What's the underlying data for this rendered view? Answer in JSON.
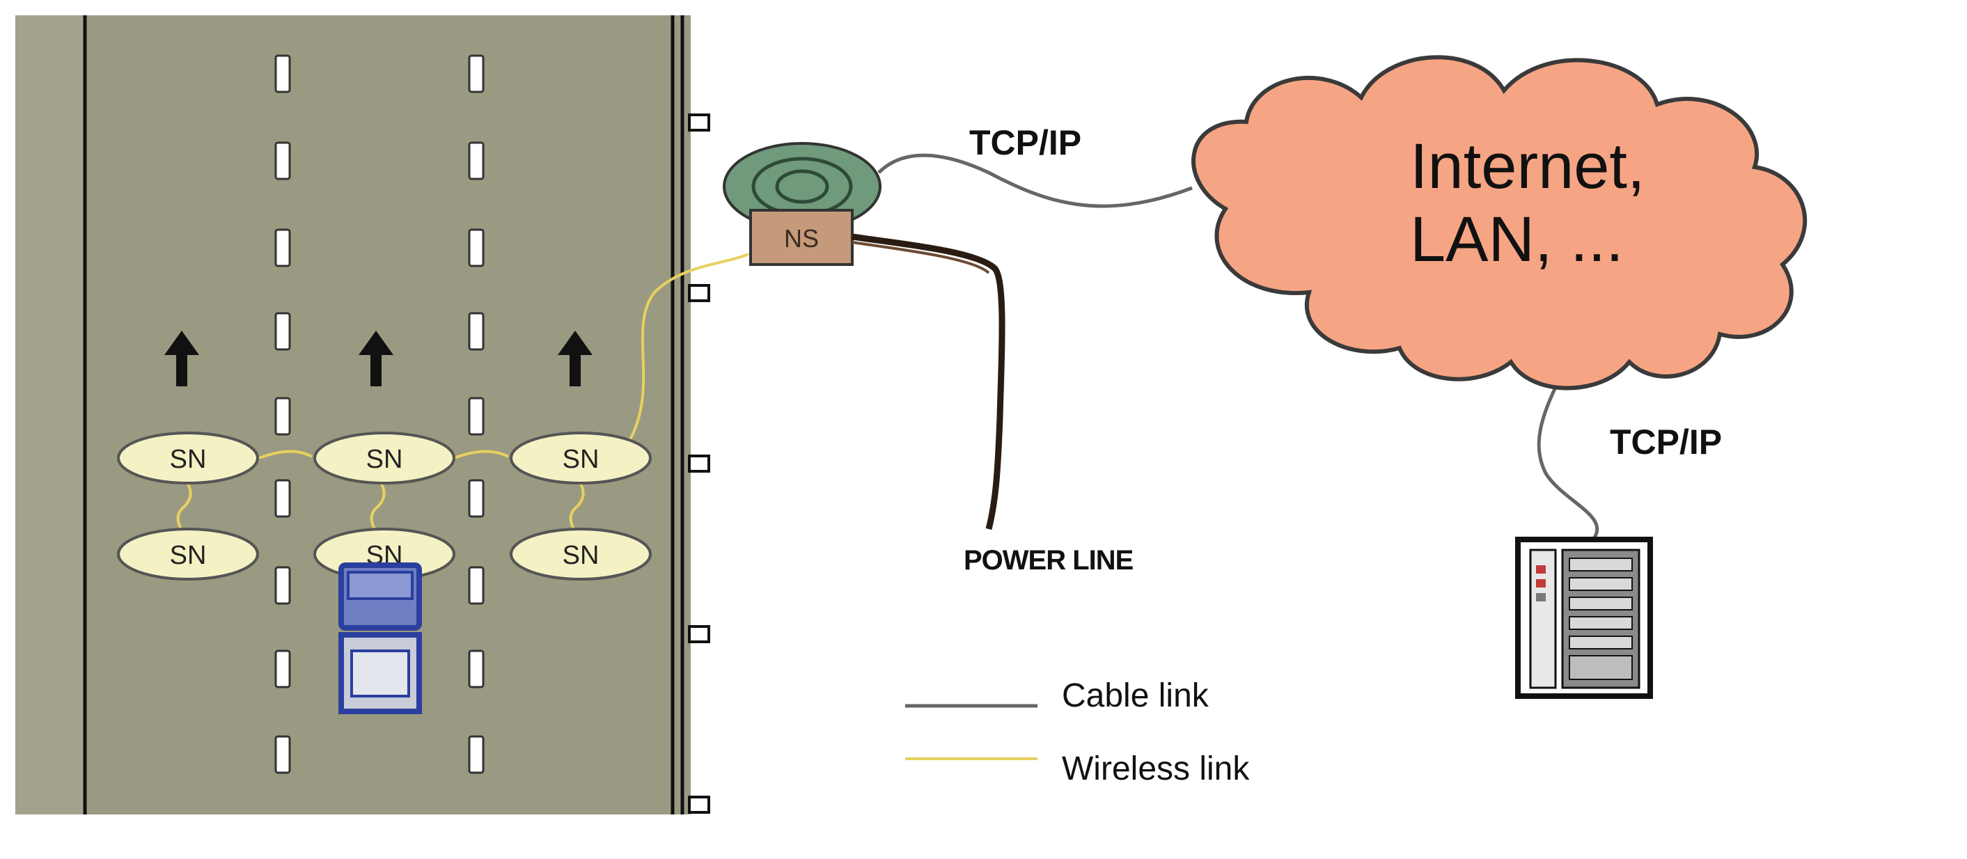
{
  "colors": {
    "road": "#9a9a82",
    "shoulder": "#a3a38c",
    "lane_mark": "#ffffff",
    "sensor_fill": "#f4f1c4",
    "cloud_fill": "#f6a584",
    "cloud_stroke": "#3a3a3a",
    "ns_box": "#c59a7a",
    "ns_disc": "#6f9a7c",
    "cable": "#666666",
    "wireless": "#e8d060",
    "truck": "#2b3f9e"
  },
  "icons": {
    "arrow": "up-arrow-icon",
    "network_station": "antenna-station-icon",
    "server": "server-tower-icon",
    "vehicle": "truck-icon"
  },
  "labels": {
    "cloud_line1": "Internet,",
    "cloud_line2": "LAN, ...",
    "tcp_top": "TCP/IP",
    "tcp_bottom": "TCP/IP",
    "power_line": "POWER LINE",
    "ns": "NS",
    "sensor_nodes": {
      "top_row": [
        "SN",
        "SN",
        "SN"
      ],
      "bottom_row": [
        "SN",
        "SN",
        "SN"
      ]
    }
  },
  "legend": {
    "cable": "Cable link",
    "wireless": "Wireless link"
  }
}
